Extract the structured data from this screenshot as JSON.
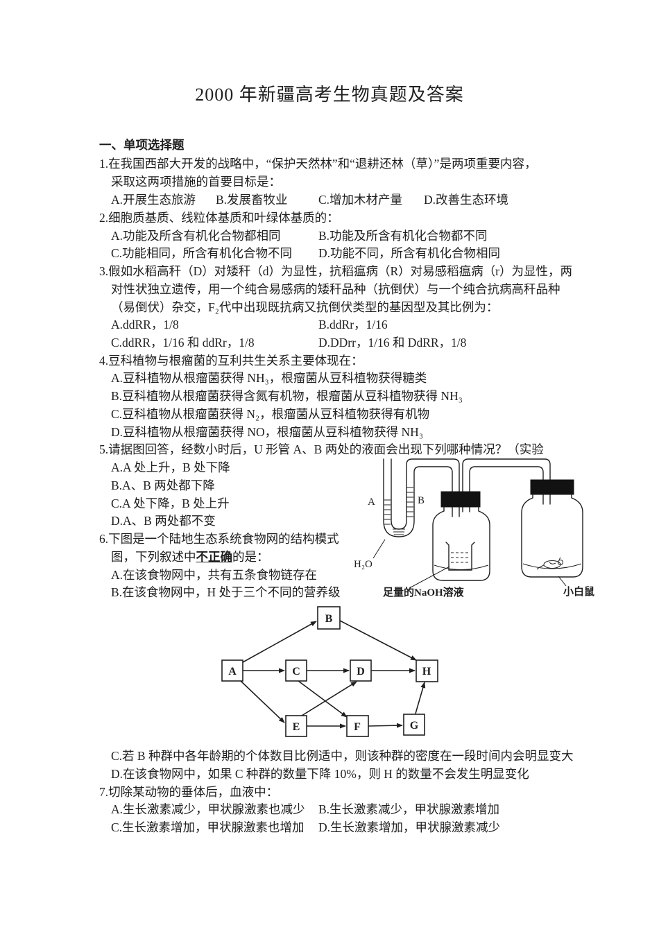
{
  "doc": {
    "title": "2000 年新疆高考生物真题及答案",
    "section": "一、单项选择题"
  },
  "q1": {
    "stem1": "1.在我国西部大开发的战略中，“保护天然林”和“退耕还林（草）”是两项重要内容，",
    "stem2": "采取这两项措施的首要目标是：",
    "optA": "A.开展生态旅游",
    "optB": "B.发展畜牧业",
    "optC": "C.增加木材产量",
    "optD": "D.改善生态环境"
  },
  "q2": {
    "stem": "2.细胞质基质、线粒体基质和叶绿体基质的：",
    "optA": "A.功能及所含有机化合物都相同",
    "optB": "B.功能及所含有机化合物都不同",
    "optC": "C.功能相同，所含有机化合物不同",
    "optD": "D.功能不同，所含有机化合物相同"
  },
  "q3": {
    "stem1": "3.假如水稻高秆（D）对矮秆（d）为显性，抗稻瘟病（R）对易感稻瘟病（r）为显性，两",
    "stem2": "对性状独立遗传，用一个纯合易感病的矮秆品种（抗倒伏）与一个纯合抗病高秆品种",
    "stem3": "（易倒伏）杂交，F₂代中出现既抗病又抗倒伏类型的基因型及其比例为：",
    "optA": "A.ddRR，1/8",
    "optB": "B.ddRr，1/16",
    "optC": "C.ddRR，1/16 和 ddRr，1/8",
    "optD": "D.DDrr，1/16 和 DdRR，1/8"
  },
  "q4": {
    "stem": "4.豆科植物与根瘤菌的互利共生关系主要体现在：",
    "optA": "A.豆科植物从根瘤菌获得 NH₃，根瘤菌从豆科植物获得糖类",
    "optB": "B.豆科植物从根瘤菌获得含氮有机物，根瘤菌从豆科植物获得 NH₃",
    "optC": "C.豆科植物从根瘤菌获得 N₂，根瘤菌从豆科植物获得有机物",
    "optD": "D.豆科植物从根瘤菌获得 NO，根瘤菌从豆科植物获得 NH₃"
  },
  "q5": {
    "stem": "5.请据图回答，经数小时后，U 形管 A、B 两处的液面会出现下列哪种情况？（实验",
    "optA": "A.A 处上升，B 处下降",
    "optB": "B.A、B 两处都下降",
    "optC": "C.A 处下降，B 处上升",
    "optD": "D.A、B 两处都不变"
  },
  "q6": {
    "stem1": "6.下图是一个陆地生态系统食物网的结构模式",
    "stem2a": "图，下列叙述中",
    "stem2b": "不正确",
    "stem2c": "的是：",
    "optA": "A.在该食物网中，共有五条食物链存在",
    "optB": "B.在该食物网中，H 处于三个不同的营养级",
    "optC": "C.若 B 种群中各年龄期的个体数目比例适中，则该种群的密度在一段时间内会明显变大",
    "optD": "D.在该食物网中，如果 C 种群的数量下降 10%，则 H 的数量不会发生明显变化"
  },
  "q7": {
    "stem": "7.切除某动物的垂体后，血液中：",
    "optA": "A.生长激素减少，甲状腺激素也减少",
    "optB": "B.生长激素减少，甲状腺激素增加",
    "optC": "C.生长激素增加，甲状腺激素也增加",
    "optD": "D.生长激素增加，甲状腺激素减少"
  },
  "apparatus": {
    "label_a": "A",
    "label_b": "B",
    "label_h2o": "H₂O",
    "label_naoh": "足量的NaOH溶液",
    "label_mouse": "小白鼠"
  },
  "food_web": {
    "nodes": [
      "A",
      "B",
      "C",
      "D",
      "E",
      "F",
      "G",
      "H"
    ],
    "edges": [
      [
        "A",
        "B"
      ],
      [
        "B",
        "H"
      ],
      [
        "A",
        "C"
      ],
      [
        "C",
        "D"
      ],
      [
        "D",
        "H"
      ],
      [
        "A",
        "E"
      ],
      [
        "C",
        "F"
      ],
      [
        "E",
        "D"
      ],
      [
        "E",
        "F"
      ],
      [
        "F",
        "G"
      ],
      [
        "G",
        "H"
      ]
    ]
  }
}
